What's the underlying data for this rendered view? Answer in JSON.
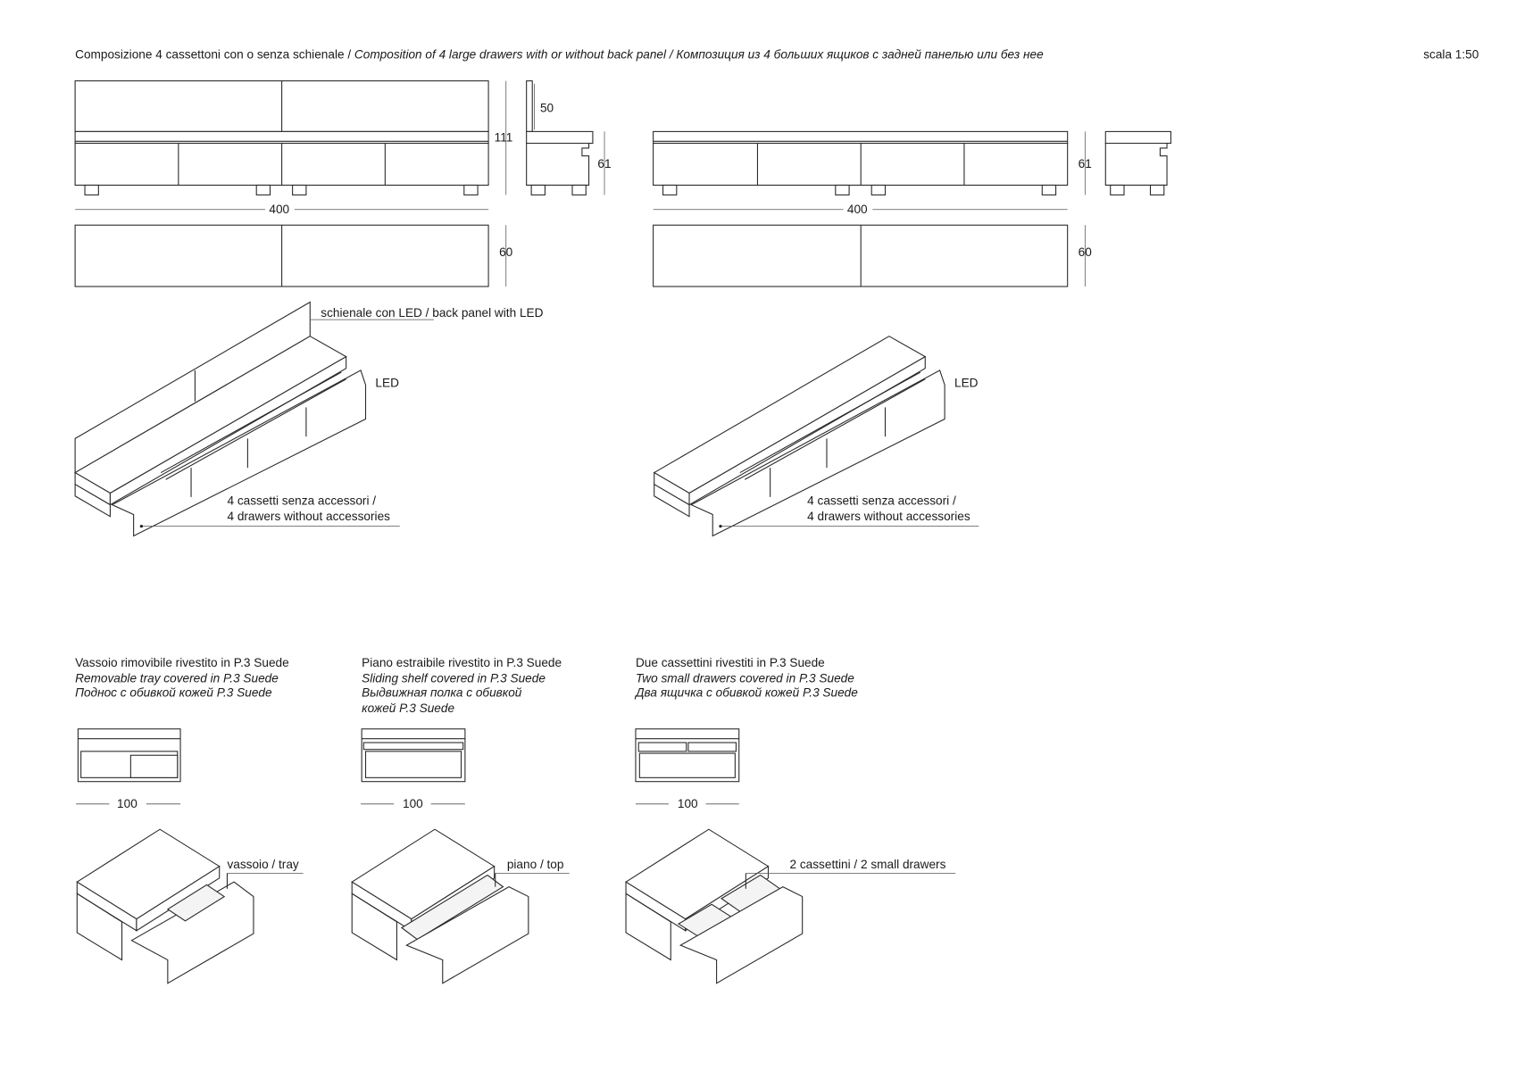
{
  "header": {
    "title_it": "Composizione 4 cassettoni con o senza schienale / ",
    "title_en": "Composition of 4 large drawers with or without back panel / ",
    "title_ru": "Композиция из 4 больших ящиков с задней панелью или без нее",
    "scale": "scala 1:50"
  },
  "dims": {
    "height_with_back": "111",
    "back_height": "50",
    "seat_height": "61",
    "width": "400",
    "depth": "60",
    "module_width": "100"
  },
  "labels": {
    "back_panel": "schienale con LED / back panel with LED",
    "led": "LED",
    "drawers_line1": "4 cassetti senza accessori /",
    "drawers_line2": "4 drawers without accessories"
  },
  "options": [
    {
      "it": "Vassoio rimovibile rivestito in P.3 Suede",
      "en": "Removable tray covered in P.3 Suede",
      "ru": "Поднос с обивкой кожей P.3 Suede",
      "ru2": "",
      "callout": "vassoio / tray"
    },
    {
      "it": "Piano estraibile rivestito in P.3 Suede",
      "en": "Sliding shelf covered in P.3 Suede",
      "ru": "Выдвижная полка с обивкой",
      "ru2": "кожей P.3 Suede",
      "callout": "piano / top"
    },
    {
      "it": "Due cassettini rivestiti in P.3 Suede",
      "en": "Two small drawers covered in P.3 Suede",
      "ru": "Два ящичка с обивкой кожей P.3 Suede",
      "ru2": "",
      "callout": "2 cassettini / 2 small drawers"
    }
  ]
}
